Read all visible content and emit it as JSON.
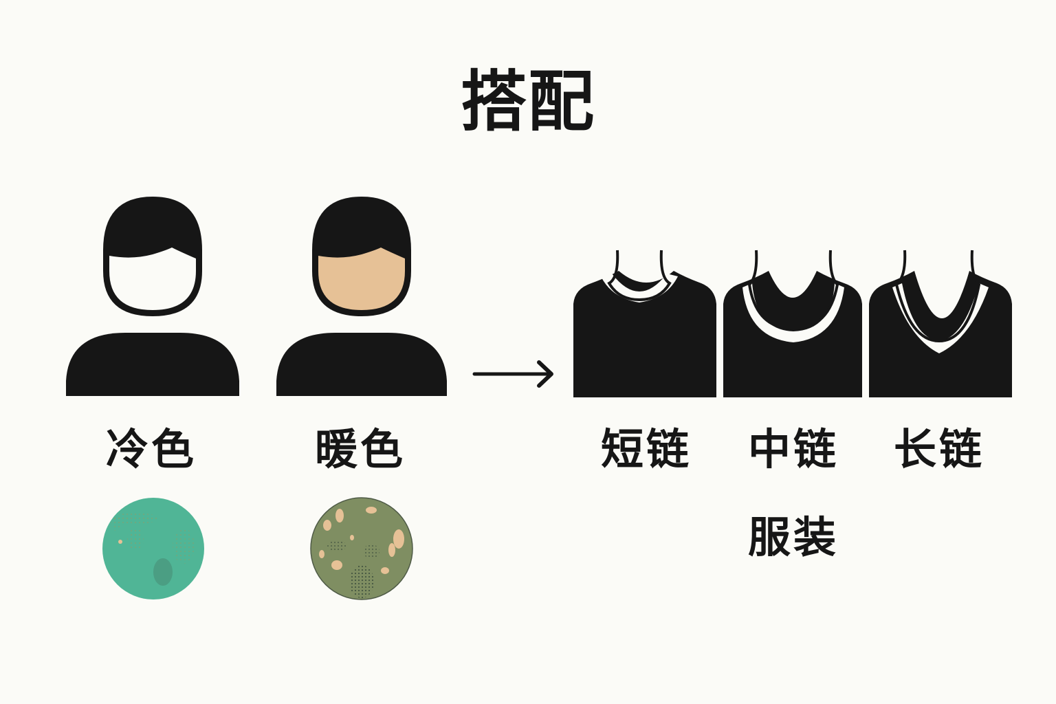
{
  "title": "搭配",
  "people": [
    {
      "label": "冷色",
      "face_color": "#fbfbf7",
      "swatch_color": "#50b596",
      "swatch_speckle": "#8a9e6a"
    },
    {
      "label": "暖色",
      "face_color": "#e6c196",
      "swatch_color": "#7f8e62",
      "swatch_speckle": "#e6c196"
    }
  ],
  "arrow": "→",
  "necklines": [
    {
      "label": "短链"
    },
    {
      "label": "中链"
    },
    {
      "label": "长链"
    }
  ],
  "clothing_label": "服装",
  "colors": {
    "background": "#fbfbf7",
    "ink": "#161616"
  }
}
